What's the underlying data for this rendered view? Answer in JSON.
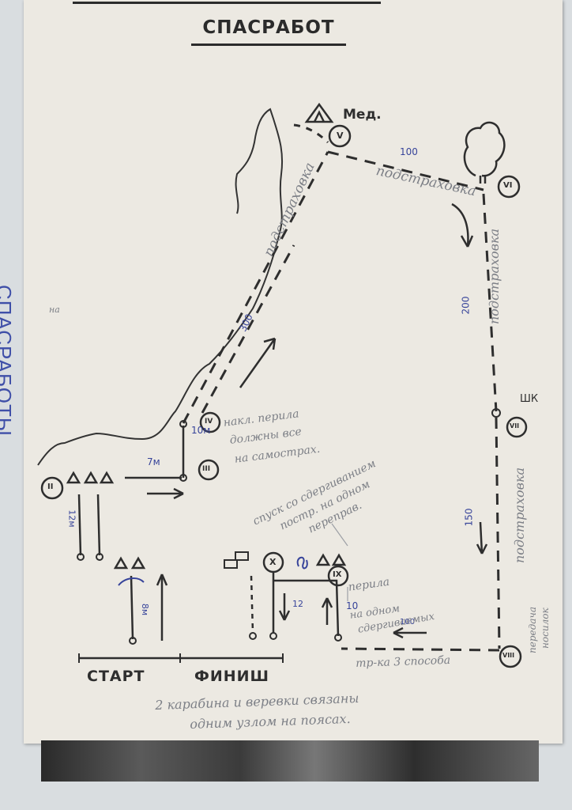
{
  "side_label": "СПАСРАБОТЫ",
  "title": "СПАСРАБОТ",
  "med_label": "Мед.",
  "stages": {
    "ii": "II",
    "iii": "III",
    "iv": "IV",
    "v": "V",
    "vi": "VI",
    "vii": "VII",
    "viii": "VIII",
    "ix": "IX",
    "x": "X"
  },
  "start_label": "СТАРТ",
  "finish_label": "ФИНИШ",
  "distances": {
    "d100_top": "100",
    "d300": "300",
    "d200": "200",
    "d150": "150",
    "d7m": "7м",
    "d10m": "10м",
    "d12m": "12м",
    "d8m": "8м",
    "d12": "12",
    "d10": "10",
    "d100_bottom": "100"
  },
  "labels": {
    "shk": "ШК",
    "na": "на",
    "podstrakhovka_1": "подстраховка",
    "podstrakhovka_2": "подстраховка",
    "podstrakhovka_3": "подстраховка",
    "podstrakhovka_4": "подстраховка",
    "incl_line1": "накл. перила",
    "incl_line2": "должны все",
    "incl_line3": "на самострах.",
    "bottom_note_1": "2 карабина и веревки связаны",
    "bottom_note_2": "одним узлом на поясах.",
    "tr_ka": "тр-ка 3 способа",
    "perila_1": "перила",
    "perila_2": "на одном",
    "perila_3": "сдергиваемых",
    "spusk_1": "спуск со сдергиванием",
    "spusk_2": "постр. на одном",
    "spusk_3": "переправ.",
    "peredacha_1": "передача",
    "peredacha_2": "носилок"
  },
  "colors": {
    "ink": "#2e2e2e",
    "pencil": "#7c7f86",
    "blue_pen": "#37449a",
    "paper": "#ece9e2"
  }
}
